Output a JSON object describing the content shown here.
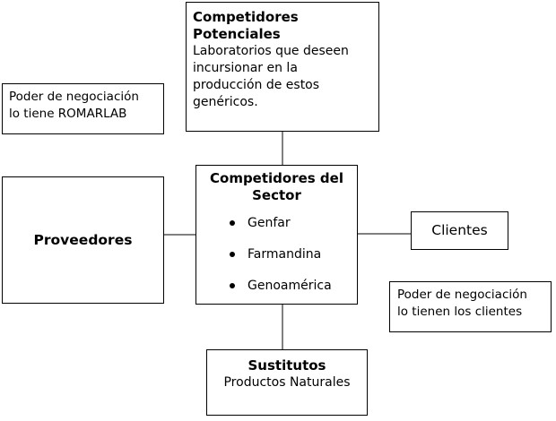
{
  "potenciales": {
    "title_line1": "Competidores",
    "title_line2": "Potenciales",
    "desc_lines": [
      "Laboratorios que deseen",
      "incursionar en la",
      "producción de estos",
      "genéricos."
    ]
  },
  "note_left": {
    "lines": [
      "Poder de negociación",
      "lo tiene ROMARLAB"
    ]
  },
  "sector": {
    "title_line1": "Competidores del",
    "title_line2": "Sector",
    "items": [
      "Genfar",
      "Farmandina",
      "Genoamérica"
    ]
  },
  "proveedores": {
    "title": "Proveedores"
  },
  "clientes": {
    "title": "Clientes"
  },
  "note_right": {
    "lines": [
      "Poder de negociación",
      "lo tienen los clientes"
    ]
  },
  "sustitutos": {
    "title": "Sustitutos",
    "desc": "Productos Naturales"
  }
}
